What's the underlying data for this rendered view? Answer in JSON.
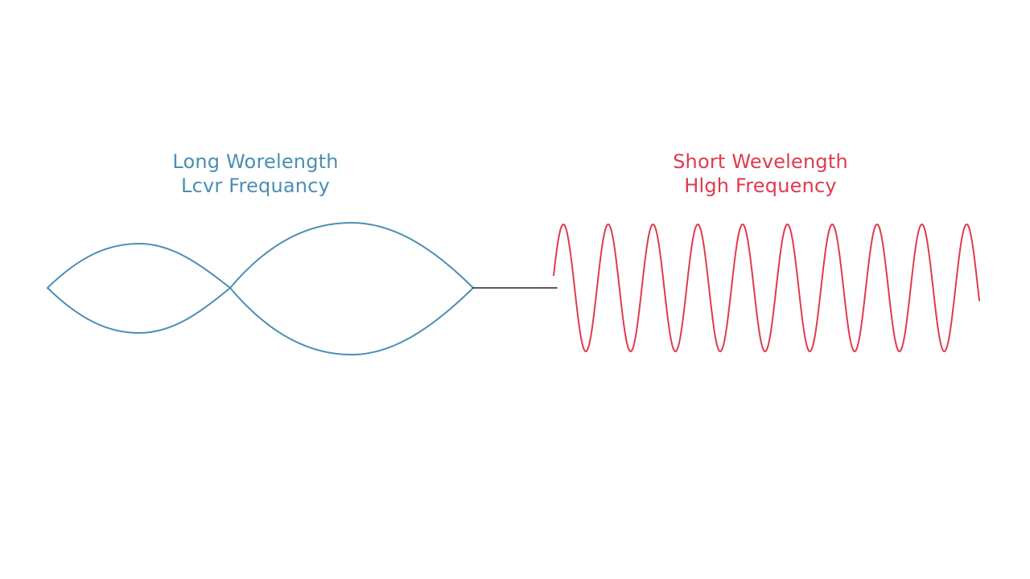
{
  "long_wave": {
    "title": "Long Worelength",
    "subtitle": "Lcvr Frequancy",
    "color": "#4a8fb3",
    "cycles": 1
  },
  "short_wave": {
    "title": "Short Wevelength",
    "subtitle": "Hlgh Frequency",
    "color": "#e03a4f",
    "cycles": 9.5
  },
  "axis_color": "#222222"
}
